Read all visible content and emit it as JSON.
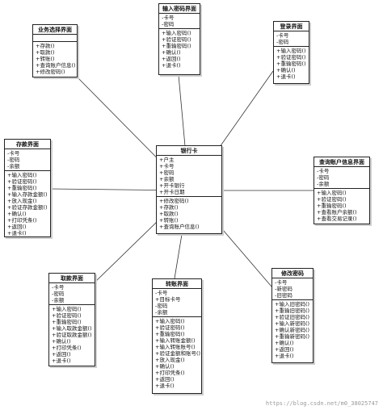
{
  "classes": {
    "bank_card": {
      "name": "银行卡",
      "attributes": [
        "+户主",
        "+卡号",
        "+密码",
        "+余额",
        "+开卡银行",
        "+开卡日期"
      ],
      "operations": [
        "+修改密码()",
        "+存款()",
        "+取款()",
        "+转账()",
        "+查询账户信息()"
      ]
    },
    "business_select": {
      "name": "业务选择界面",
      "attributes": [],
      "operations": [
        "+存款()",
        "+取款()",
        "+转账()",
        "+查询账户信息()",
        "+修改密码()"
      ]
    },
    "input_password": {
      "name": "输入密码界面",
      "attributes": [
        "-卡号",
        "-密码"
      ],
      "operations": [
        "+输入密码()",
        "+验证密码()",
        "+重输密码()",
        "+确认()",
        "+返回()",
        "+退卡()"
      ]
    },
    "login": {
      "name": "登录界面",
      "attributes": [
        "-卡号",
        "-密码"
      ],
      "operations": [
        "+输入密码()",
        "+验证密码()",
        "+重输密码()",
        "+确认()",
        "+退卡()"
      ]
    },
    "deposit": {
      "name": "存款界面",
      "attributes": [
        "-卡号",
        "-密码",
        "-余额"
      ],
      "operations": [
        "+输入密码()",
        "+验证密码()",
        "+重输密码()",
        "+输入存款金额()",
        "+放入现金()",
        "+验证存款金额()",
        "+确认()",
        "+打印凭条()",
        "+返回()",
        "+退卡()"
      ]
    },
    "query_account": {
      "name": "查询账户信息界面",
      "attributes": [
        "-卡号",
        "-密码",
        "-余额"
      ],
      "operations": [
        "+输入密码()",
        "+验证密码()",
        "+重输密码()",
        "+查看账户余额()",
        "+查看交易记录()"
      ]
    },
    "withdraw": {
      "name": "取款界面",
      "attributes": [
        "-卡号",
        "-密码",
        "-余额"
      ],
      "operations": [
        "+输入密码()",
        "+验证密码()",
        "+重输密码()",
        "+输入取款金额()",
        "+验证取款金额()",
        "+确认()",
        "+打印凭条()",
        "+返回()",
        "+退卡()"
      ]
    },
    "transfer": {
      "name": "转账界面",
      "attributes": [
        "-卡号",
        "+目标卡号",
        "-密码",
        "-余额"
      ],
      "operations": [
        "+输入密码()",
        "+验证密码()",
        "+重输密码()",
        "+输入转账金额()",
        "+输入转账账号()",
        "+验证金额和账号()",
        "+放入现金()",
        "+确认()",
        "+打印凭条()",
        "+返回()",
        "+退卡()"
      ]
    },
    "change_password": {
      "name": "修改密码",
      "attributes": [
        "-卡号",
        "-新密码",
        "-旧密码"
      ],
      "operations": [
        "+输入旧密码()",
        "+重输旧密码()",
        "+验证旧密码()",
        "+输入新密码()",
        "+确认新密码()",
        "+重输新密码()",
        "+确认()",
        "+返回()",
        "+退卡()"
      ]
    }
  },
  "watermark": "https://blog.csdn.net/m0_38025747"
}
